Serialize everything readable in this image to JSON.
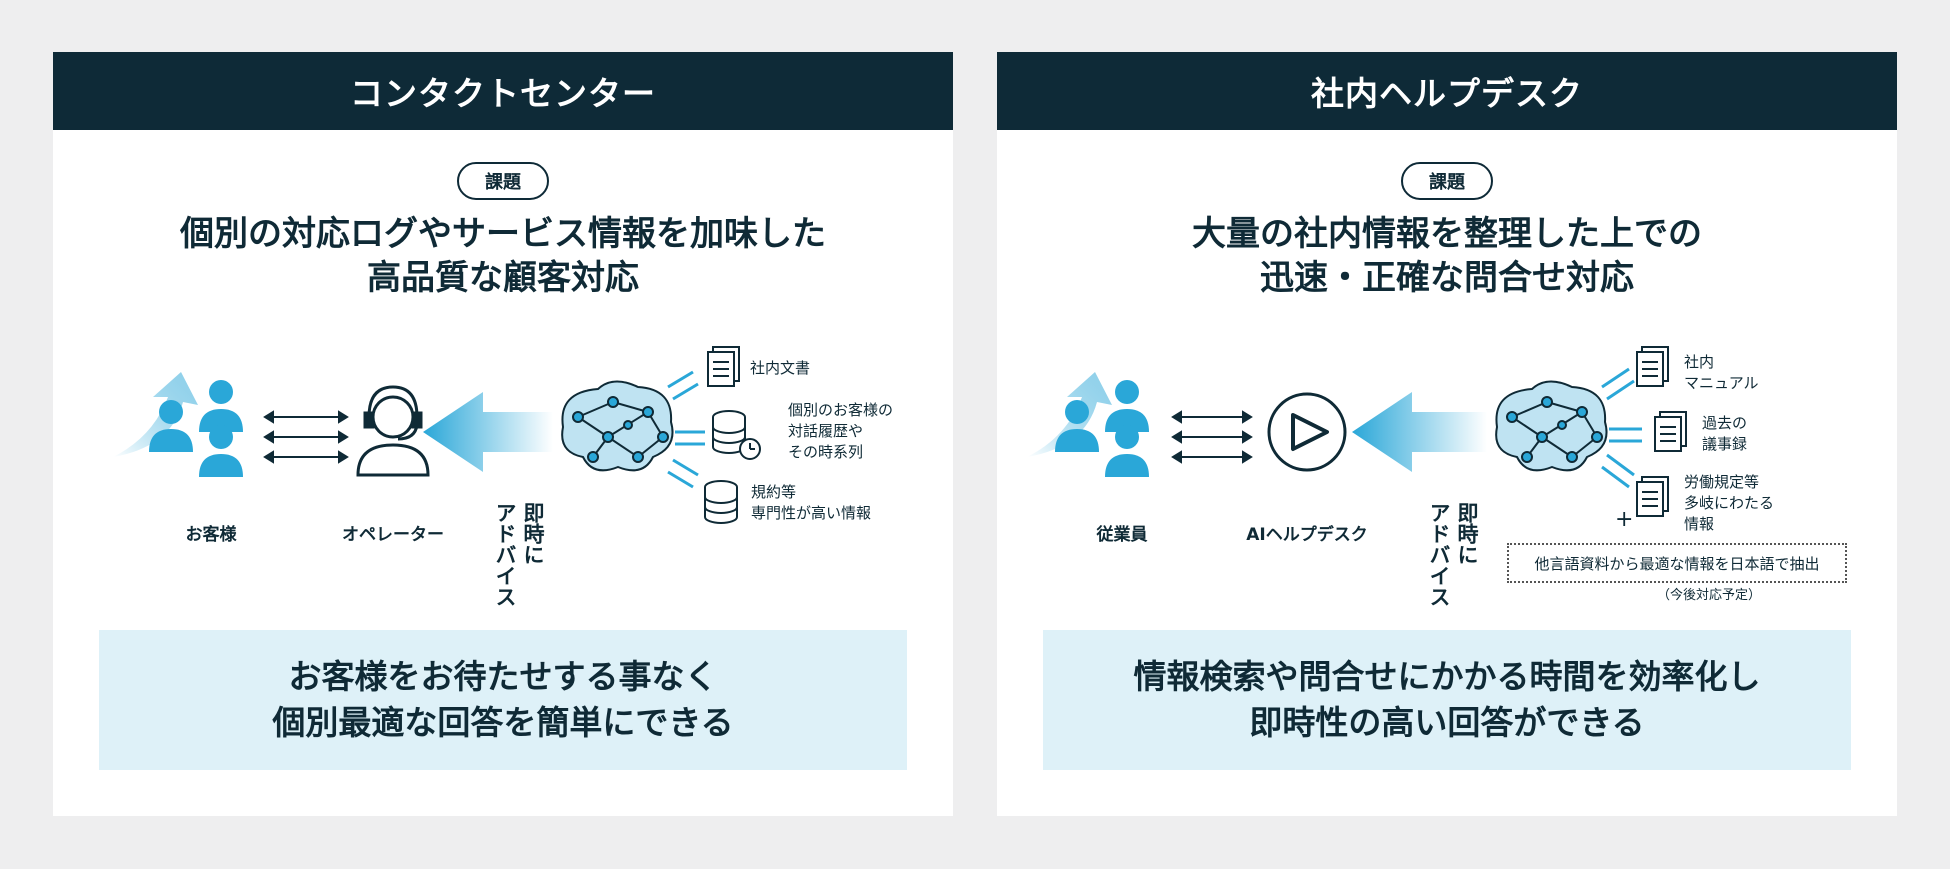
{
  "left": {
    "title": "コンタクトセンター",
    "badge": "課題",
    "headline_1": "個別の対応ログやサービス情報を加味した",
    "headline_2": "高品質な顧客対応",
    "customer_label": "お客様",
    "operator_label": "オペレーター",
    "advice_1": "即時に",
    "advice_2": "アドバイス",
    "doc1": "社内文書",
    "doc2_1": "個別のお客様の",
    "doc2_2": "対話履歴や",
    "doc2_3": "その時系列",
    "doc3_1": "規約等",
    "doc3_2": "専門性が高い情報",
    "result_1": "お客様をお待たせする事なく",
    "result_2": "個別最適な回答を簡単にできる"
  },
  "right": {
    "title": "社内ヘルプデスク",
    "badge": "課題",
    "headline_1": "大量の社内情報を整理した上での",
    "headline_2": "迅速・正確な問合せ対応",
    "employee_label": "従業員",
    "helpdesk_label": "AIヘルプデスク",
    "advice_1": "即時に",
    "advice_2": "アドバイス",
    "doc1_1": "社内",
    "doc1_2": "マニュアル",
    "doc2_1": "過去の",
    "doc2_2": "議事録",
    "doc3_1": "労働規定等",
    "doc3_2": "多岐にわたる",
    "doc3_3": "情報",
    "plus": "+",
    "note": "他言語資料から最適な情報を日本語で抽出",
    "note_small": "（今後対応予定）",
    "result_1": "情報検索や問合せにかかる時間を効率化し",
    "result_2": "即時性の高い回答ができる"
  },
  "colors": {
    "navy": "#0e2a37",
    "accent_blue": "#2aa7d8",
    "light_blue": "#def1f8"
  },
  "icons": [
    "people-icon",
    "headset-operator-icon",
    "ai-brain-icon",
    "document-icon",
    "database-clock-icon",
    "database-icon",
    "play-logo-icon"
  ]
}
